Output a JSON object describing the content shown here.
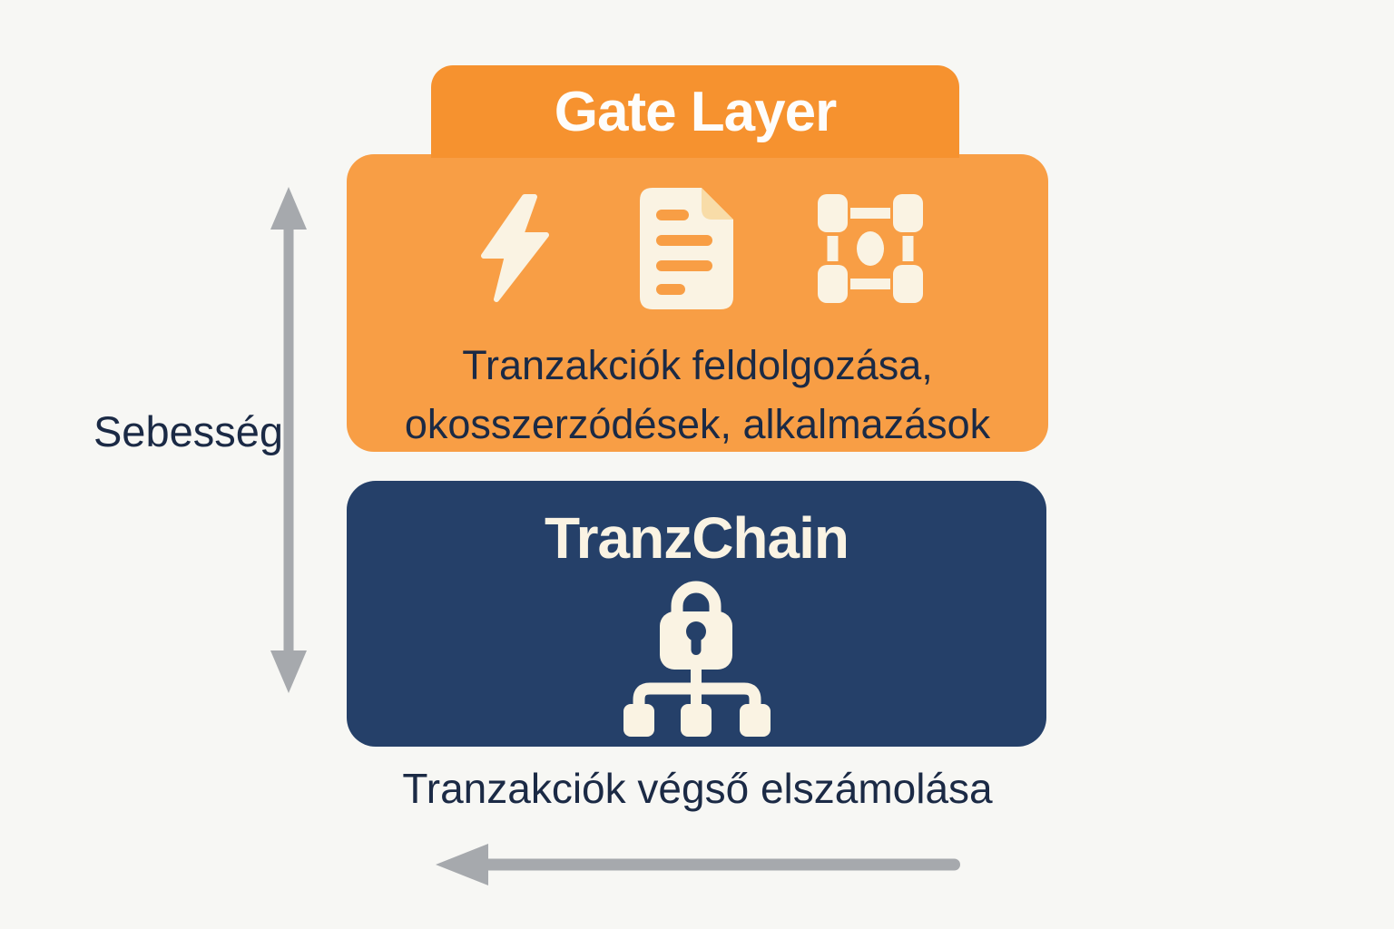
{
  "diagram": {
    "gate_layer": {
      "title": "Gate Layer",
      "description_line1": "Tranzakciók feldolgozása,",
      "description_line2": "okosszerzódések, alkalmazások",
      "icons": [
        "lightning-icon",
        "document-icon",
        "blocks-icon"
      ]
    },
    "tranzchain": {
      "title": "TranzChain",
      "icons": [
        "lock-icon",
        "hierarchy-icon"
      ]
    },
    "speed_axis": {
      "label": "Sebesség"
    },
    "bottom_caption": "Tranzakciók végső elszámolása"
  },
  "colors": {
    "background": "#F7F7F4",
    "tab_orange": "#F6922F",
    "box_orange": "#F89E45",
    "navy": "#254069",
    "cream": "#FAF3E3",
    "text_dark": "#1B2A45",
    "arrow_gray": "#A6A9AD",
    "fold_tan": "#F8DCA8"
  }
}
